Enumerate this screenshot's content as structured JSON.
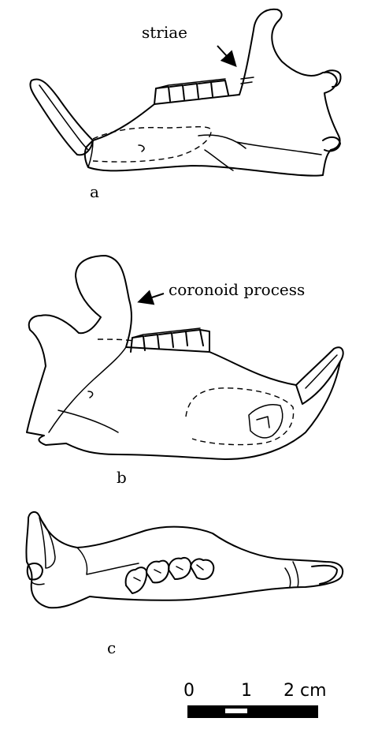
{
  "labels": {
    "striae": "striae",
    "coronoid": "coronoid process",
    "panel_a": "a",
    "panel_b": "b",
    "panel_c": "c"
  },
  "scale_bar": {
    "tick_0": "0",
    "tick_1": "1",
    "tick_2": "2 cm"
  }
}
